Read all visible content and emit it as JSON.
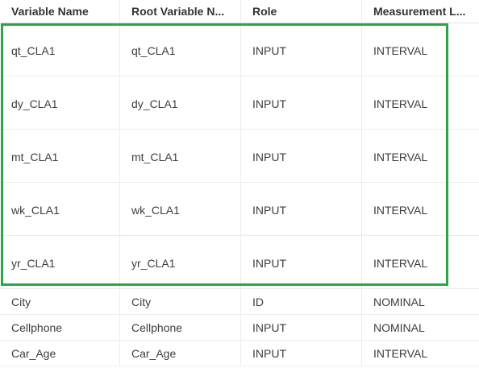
{
  "columns": [
    "Variable Name",
    "Root Variable N...",
    "Role",
    "Measurement L..."
  ],
  "highlighted_rows": [
    [
      "qt_CLA1",
      "qt_CLA1",
      "INPUT",
      "INTERVAL"
    ],
    [
      "dy_CLA1",
      "dy_CLA1",
      "INPUT",
      "INTERVAL"
    ],
    [
      "mt_CLA1",
      "mt_CLA1",
      "INPUT",
      "INTERVAL"
    ],
    [
      "wk_CLA1",
      "wk_CLA1",
      "INPUT",
      "INTERVAL"
    ],
    [
      "yr_CLA1",
      "yr_CLA1",
      "INPUT",
      "INTERVAL"
    ]
  ],
  "other_rows": [
    [
      "City",
      "City",
      "ID",
      "NOMINAL"
    ],
    [
      "Cellphone",
      "Cellphone",
      "INPUT",
      "NOMINAL"
    ],
    [
      "Car_Age",
      "Car_Age",
      "INPUT",
      "INTERVAL"
    ]
  ],
  "highlight_color": "#28a745"
}
